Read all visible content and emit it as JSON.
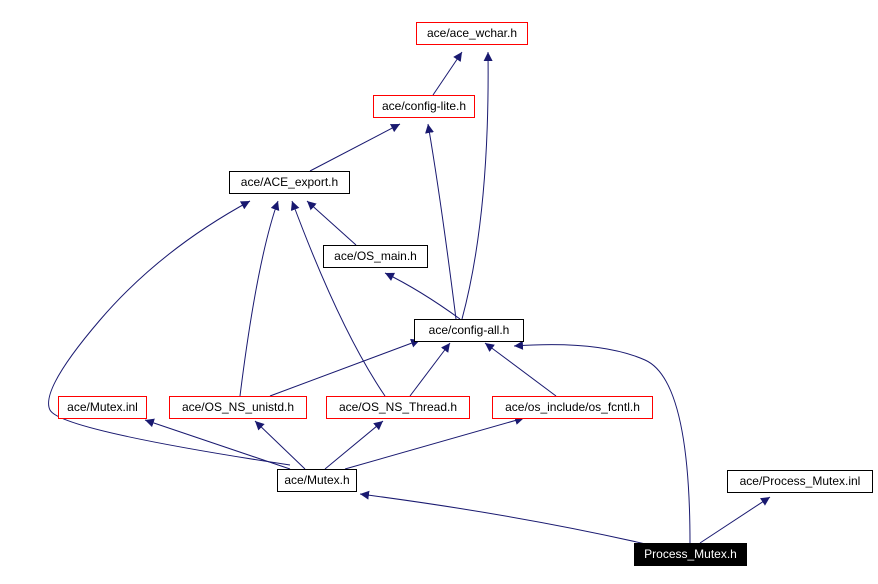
{
  "colors": {
    "edge": "#191970",
    "node_border_red": "#ff0000",
    "node_border_black": "#000000",
    "node_fill": "#ffffff",
    "node_text": "#000000",
    "highlight_fill": "#000000",
    "highlight_text": "#ffffff"
  },
  "nodes": {
    "ace_wchar": {
      "label": "ace/ace_wchar.h",
      "style": "red"
    },
    "config_lite": {
      "label": "ace/config-lite.h",
      "style": "red"
    },
    "ace_export": {
      "label": "ace/ACE_export.h",
      "style": "black"
    },
    "os_main": {
      "label": "ace/OS_main.h",
      "style": "black"
    },
    "config_all": {
      "label": "ace/config-all.h",
      "style": "black"
    },
    "mutex_inl": {
      "label": "ace/Mutex.inl",
      "style": "red"
    },
    "os_ns_unistd": {
      "label": "ace/OS_NS_unistd.h",
      "style": "red"
    },
    "os_ns_thread": {
      "label": "ace/OS_NS_Thread.h",
      "style": "red"
    },
    "os_fcntl": {
      "label": "ace/os_include/os_fcntl.h",
      "style": "red"
    },
    "mutex_h": {
      "label": "ace/Mutex.h",
      "style": "black"
    },
    "process_mutex_inl": {
      "label": "ace/Process_Mutex.inl",
      "style": "black"
    },
    "process_mutex_h": {
      "label": "Process_Mutex.h",
      "style": "highlight"
    }
  },
  "edges": [
    {
      "from": "config_lite",
      "to": "ace_wchar"
    },
    {
      "from": "config_all",
      "to": "ace_wchar"
    },
    {
      "from": "ace_export",
      "to": "config_lite"
    },
    {
      "from": "config_all",
      "to": "config_lite"
    },
    {
      "from": "os_main",
      "to": "ace_export"
    },
    {
      "from": "os_ns_unistd",
      "to": "ace_export"
    },
    {
      "from": "os_ns_thread",
      "to": "ace_export"
    },
    {
      "from": "mutex_h",
      "to": "ace_export"
    },
    {
      "from": "config_all",
      "to": "os_main"
    },
    {
      "from": "os_ns_unistd",
      "to": "config_all"
    },
    {
      "from": "os_ns_thread",
      "to": "config_all"
    },
    {
      "from": "os_fcntl",
      "to": "config_all"
    },
    {
      "from": "process_mutex_h",
      "to": "config_all"
    },
    {
      "from": "mutex_h",
      "to": "mutex_inl"
    },
    {
      "from": "mutex_h",
      "to": "os_ns_unistd"
    },
    {
      "from": "mutex_h",
      "to": "os_ns_thread"
    },
    {
      "from": "mutex_h",
      "to": "os_fcntl"
    },
    {
      "from": "process_mutex_h",
      "to": "mutex_h"
    },
    {
      "from": "process_mutex_h",
      "to": "process_mutex_inl"
    }
  ]
}
